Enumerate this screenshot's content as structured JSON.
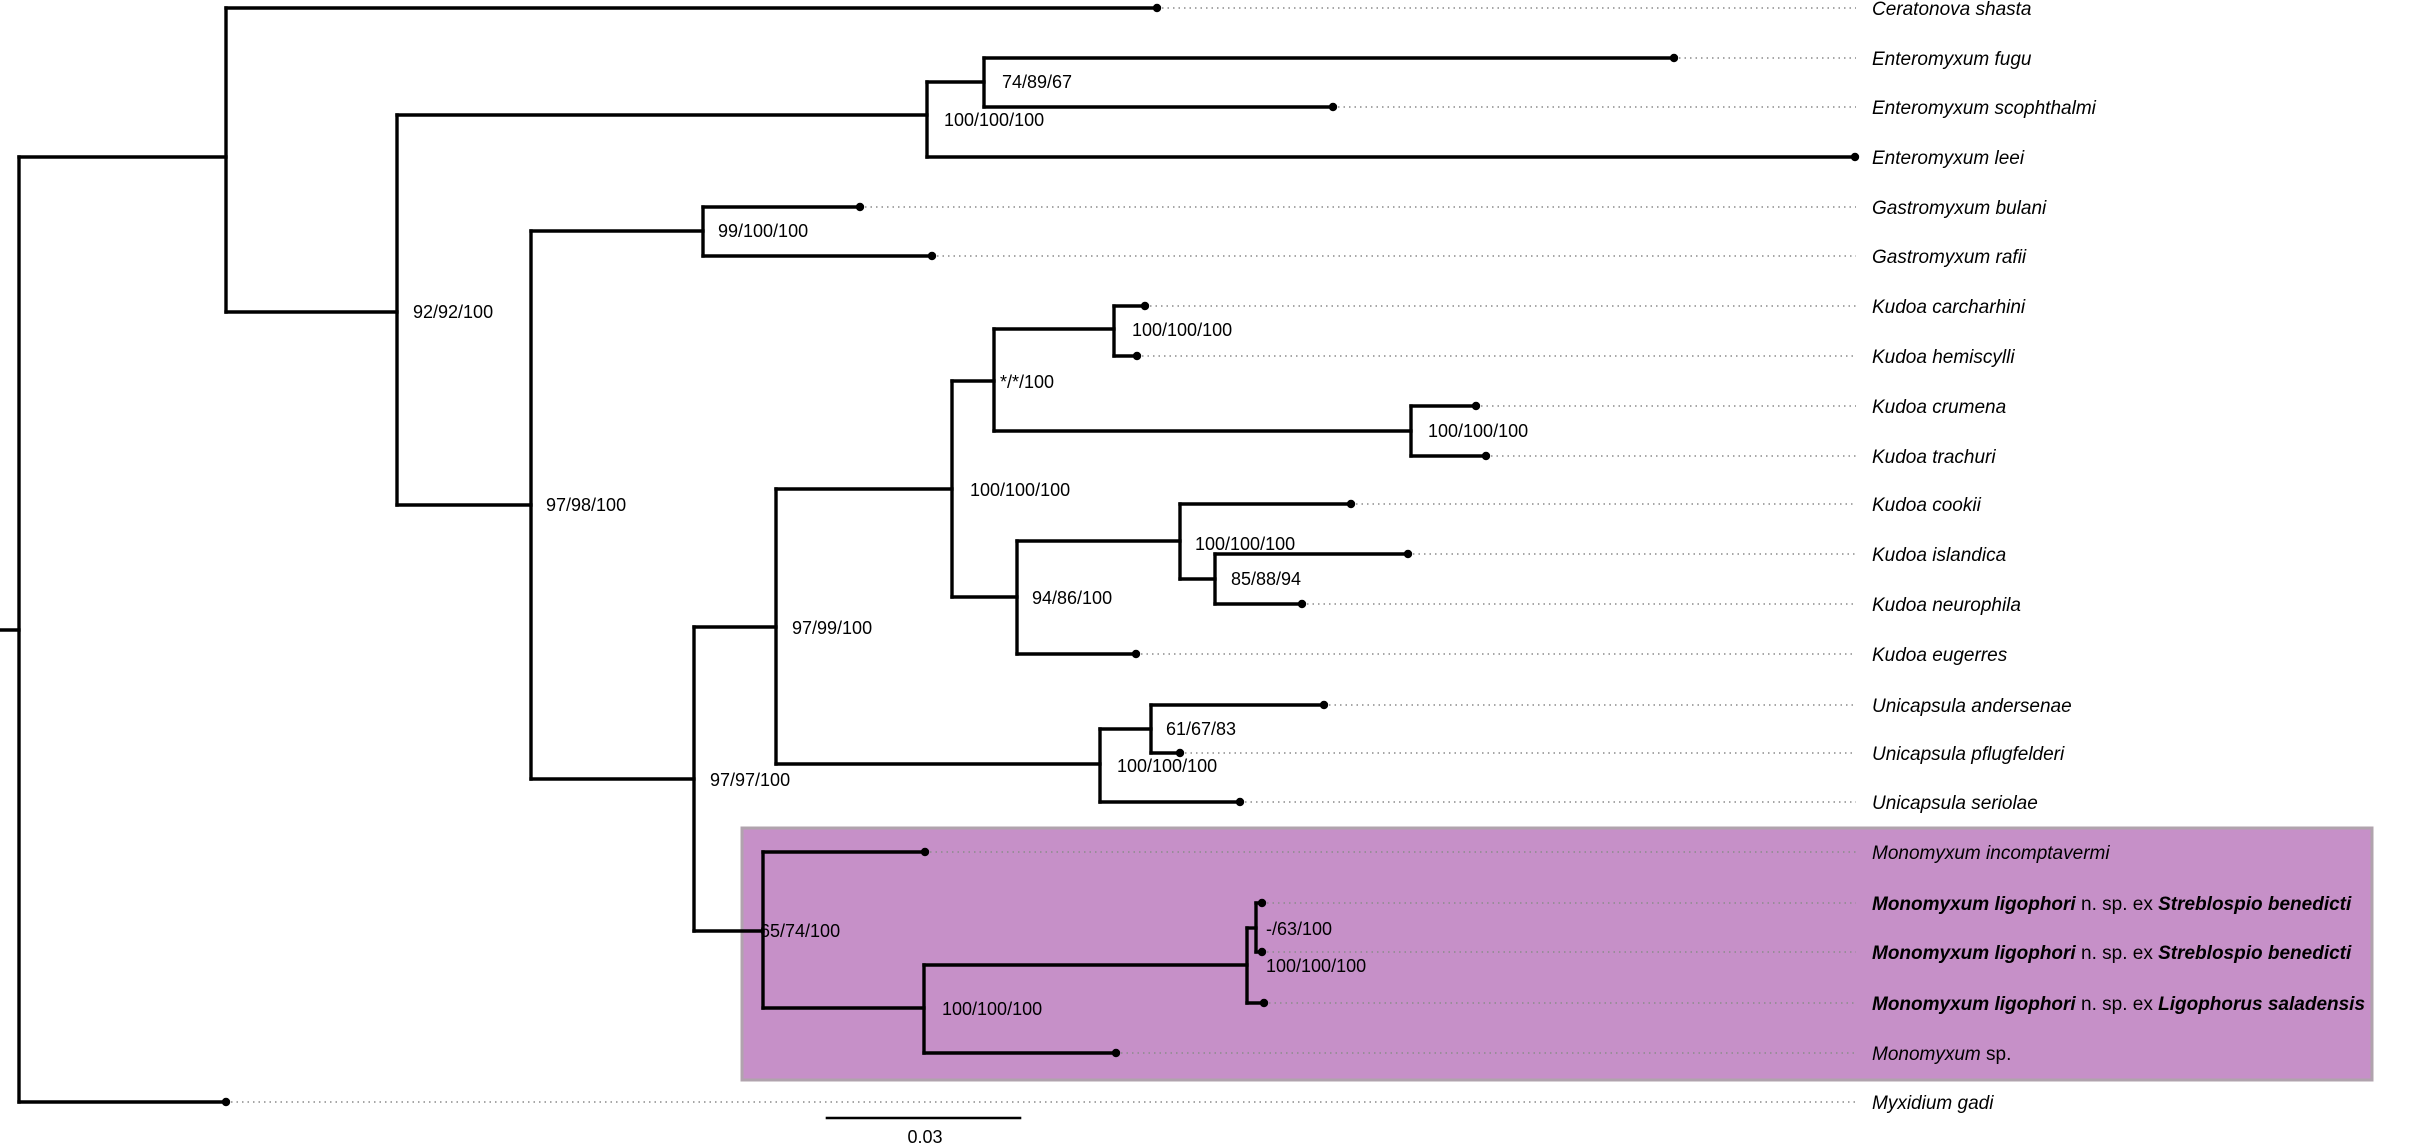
{
  "highlight": {
    "fill": "#c690c8",
    "border": "#b0a3ad"
  },
  "taxa": [
    {
      "id": "ceratonova-shasta",
      "parts": [
        {
          "text": "Ceratonova shasta",
          "italic": true
        }
      ]
    },
    {
      "id": "enteromyxum-fugu",
      "parts": [
        {
          "text": "Enteromyxum fugu",
          "italic": true
        }
      ]
    },
    {
      "id": "enteromyxum-scophthalmi",
      "parts": [
        {
          "text": "Enteromyxum scophthalmi",
          "italic": true
        }
      ]
    },
    {
      "id": "enteromyxum-leei",
      "parts": [
        {
          "text": "Enteromyxum leei",
          "italic": true
        }
      ]
    },
    {
      "id": "gastromyxum-bulani",
      "parts": [
        {
          "text": "Gastromyxum bulani",
          "italic": true
        }
      ]
    },
    {
      "id": "gastromyxum-rafii",
      "parts": [
        {
          "text": "Gastromyxum rafii",
          "italic": true
        }
      ]
    },
    {
      "id": "kudoa-carcharhini",
      "parts": [
        {
          "text": "Kudoa carcharhini",
          "italic": true
        }
      ]
    },
    {
      "id": "kudoa-hemiscylli",
      "parts": [
        {
          "text": "Kudoa hemiscylli",
          "italic": true
        }
      ]
    },
    {
      "id": "kudoa-crumena",
      "parts": [
        {
          "text": "Kudoa crumena",
          "italic": true
        }
      ]
    },
    {
      "id": "kudoa-trachuri",
      "parts": [
        {
          "text": "Kudoa trachuri",
          "italic": true
        }
      ]
    },
    {
      "id": "kudoa-cookii",
      "parts": [
        {
          "text": "Kudoa cookii",
          "italic": true
        }
      ]
    },
    {
      "id": "kudoa-islandica",
      "parts": [
        {
          "text": "Kudoa islandica",
          "italic": true
        }
      ]
    },
    {
      "id": "kudoa-neurophila",
      "parts": [
        {
          "text": "Kudoa neurophila",
          "italic": true
        }
      ]
    },
    {
      "id": "kudoa-eugerres",
      "parts": [
        {
          "text": "Kudoa eugerres",
          "italic": true
        }
      ]
    },
    {
      "id": "unicapsula-andersenae",
      "parts": [
        {
          "text": "Unicapsula andersenae",
          "italic": true
        }
      ]
    },
    {
      "id": "unicapsula-pflugfelderi",
      "parts": [
        {
          "text": "Unicapsula pflugfelderi",
          "italic": true
        }
      ]
    },
    {
      "id": "unicapsula-seriolae",
      "parts": [
        {
          "text": "Unicapsula seriolae",
          "italic": true
        }
      ]
    },
    {
      "id": "monomyxum-incomptavermi",
      "parts": [
        {
          "text": "Monomyxum incomptavermi",
          "italic": true
        }
      ]
    },
    {
      "id": "monomyxum-ligophori-streblospio-1",
      "bold": true,
      "parts": [
        {
          "text": "Monomyxum ligophori",
          "italic": true
        },
        {
          "text": " n. sp. ex ",
          "italic": false
        },
        {
          "text": "Streblospio benedicti",
          "italic": true
        }
      ]
    },
    {
      "id": "monomyxum-ligophori-streblospio-2",
      "bold": true,
      "parts": [
        {
          "text": "Monomyxum ligophori",
          "italic": true
        },
        {
          "text": " n. sp. ex ",
          "italic": false
        },
        {
          "text": "Streblospio benedicti",
          "italic": true
        }
      ]
    },
    {
      "id": "monomyxum-ligophori-ligophorus",
      "bold": true,
      "parts": [
        {
          "text": "Monomyxum ligophori",
          "italic": true
        },
        {
          "text": " n. sp. ex ",
          "italic": false
        },
        {
          "text": "Ligophorus saladensis",
          "italic": true
        }
      ]
    },
    {
      "id": "monomyxum-sp",
      "parts": [
        {
          "text": "Monomyxum",
          "italic": true
        },
        {
          "text": " sp.",
          "italic": false
        }
      ]
    },
    {
      "id": "myxidium-gadi",
      "parts": [
        {
          "text": "Myxidium gadi",
          "italic": true
        }
      ]
    }
  ],
  "support_values": [
    {
      "id": "node-enteromyxum-fugu-scoph",
      "text": "74/89/67"
    },
    {
      "id": "node-enteromyxum",
      "text": "100/100/100"
    },
    {
      "id": "node-gastromyxum",
      "text": "99/100/100"
    },
    {
      "id": "node-ingroup-a",
      "text": "92/92/100"
    },
    {
      "id": "node-ingroup-b",
      "text": "97/98/100"
    },
    {
      "id": "node-kudoa-carch-hemi",
      "text": "100/100/100"
    },
    {
      "id": "node-kudoa-group1",
      "text": "*/*/100"
    },
    {
      "id": "node-kudoa-crumena-trachuri",
      "text": "100/100/100"
    },
    {
      "id": "node-kudoa",
      "text": "100/100/100"
    },
    {
      "id": "node-kudoa-cookii-group",
      "text": "100/100/100"
    },
    {
      "id": "node-kudoa-isl-neuro",
      "text": "85/88/94"
    },
    {
      "id": "node-kudoa-group2",
      "text": "94/86/100"
    },
    {
      "id": "node-kudoa-unicapsula",
      "text": "97/99/100"
    },
    {
      "id": "node-unicapsula-and-pflug",
      "text": "61/67/83"
    },
    {
      "id": "node-unicapsula",
      "text": "100/100/100"
    },
    {
      "id": "node-multivalvulida-monomyxum",
      "text": "97/97/100"
    },
    {
      "id": "node-monomyxum",
      "text": "65/74/100"
    },
    {
      "id": "node-ligophori-streblospio",
      "text": "-/63/100"
    },
    {
      "id": "node-ligophori",
      "text": "100/100/100"
    },
    {
      "id": "node-ligophori-monomyxum-sp",
      "text": "100/100/100"
    }
  ],
  "scale_bar": {
    "label": "0.03",
    "value": 0.03
  }
}
